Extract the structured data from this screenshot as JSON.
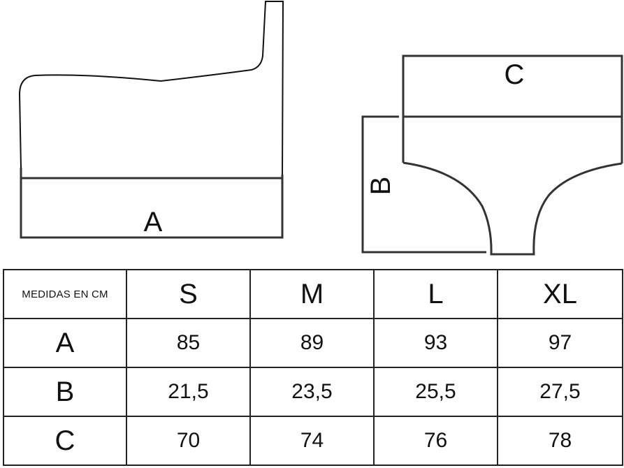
{
  "diagram": {
    "label_a": "A",
    "label_b": "B",
    "label_c": "C"
  },
  "table": {
    "corner_label": "MEDIDAS EN CM",
    "sizes": [
      "S",
      "M",
      "L",
      "XL"
    ],
    "rows": [
      {
        "label": "A",
        "values": [
          "85",
          "89",
          "93",
          "97"
        ]
      },
      {
        "label": "B",
        "values": [
          "21,5",
          "23,5",
          "25,5",
          "27,5"
        ]
      },
      {
        "label": "C",
        "values": [
          "70",
          "74",
          "76",
          "78"
        ]
      }
    ]
  },
  "colors": {
    "line": "#333333",
    "text": "#111111"
  }
}
